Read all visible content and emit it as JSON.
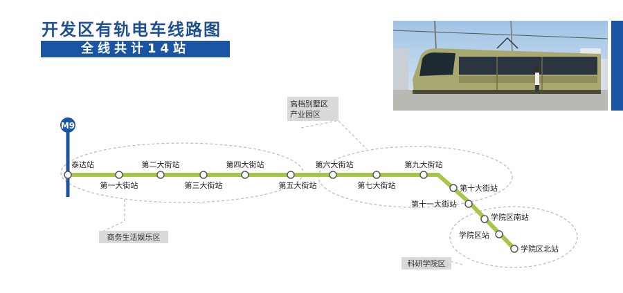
{
  "title": "开发区有轨电车线路图",
  "subtitle": "全线共计14站",
  "line_badge": "M9",
  "colors": {
    "tram_line": "#a6c64b",
    "tram_line_dark": "#86a836",
    "m9_line": "#1b54a3",
    "title_blue": "#1d4f93",
    "zone_box": "#d9d9d9",
    "zone_dash": "#b8b8b8"
  },
  "stations": [
    "泰达站",
    "第一大街站",
    "第二大街站",
    "第三大街站",
    "第四大街站",
    "第五大街站",
    "第六大街站",
    "第七大街站",
    "第九大街站",
    "第十大街站",
    "第十一大街站",
    "学院区南站",
    "学院区站",
    "学院区北站"
  ],
  "zones": {
    "business": "商务生活娱乐区",
    "villa": [
      "高档别墅区",
      "产业园区"
    ],
    "science": "科研学院区"
  }
}
